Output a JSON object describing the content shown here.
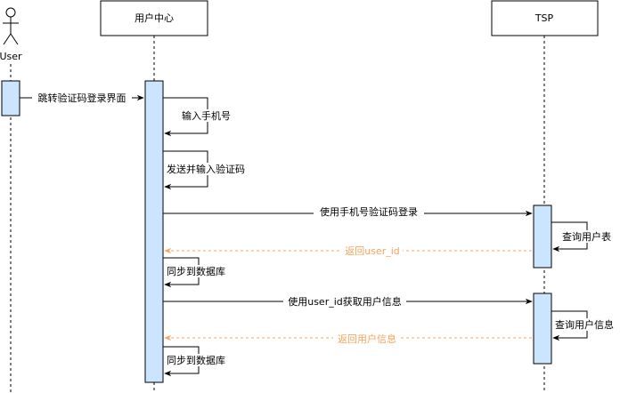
{
  "actor": {
    "label": "User"
  },
  "participants": [
    {
      "id": "user-center",
      "label": "用户中心"
    },
    {
      "id": "tsp",
      "label": "TSP"
    }
  ],
  "messages": [
    {
      "id": "m1",
      "label": "跳转验证码登录界面",
      "style": "solid"
    },
    {
      "id": "m2",
      "label": "输入手机号",
      "style": "self"
    },
    {
      "id": "m3",
      "label": "发送并输入验证码",
      "style": "self"
    },
    {
      "id": "m4",
      "label": "使用手机号验证码登录",
      "style": "solid"
    },
    {
      "id": "m5",
      "label": "查询用户表",
      "style": "self"
    },
    {
      "id": "m6",
      "label": "返回user_id",
      "style": "return"
    },
    {
      "id": "m7",
      "label": "同步到数据库",
      "style": "self"
    },
    {
      "id": "m8",
      "label": "使用user_id获取用户信息",
      "style": "solid"
    },
    {
      "id": "m9",
      "label": "查询用户信息",
      "style": "self"
    },
    {
      "id": "m10",
      "label": "返回用户信息",
      "style": "return"
    },
    {
      "id": "m11",
      "label": "同步到数据库",
      "style": "self"
    }
  ],
  "colors": {
    "activation_fill": "#cce5ff",
    "return_color": "#f5a55d",
    "line_color": "#000000"
  }
}
